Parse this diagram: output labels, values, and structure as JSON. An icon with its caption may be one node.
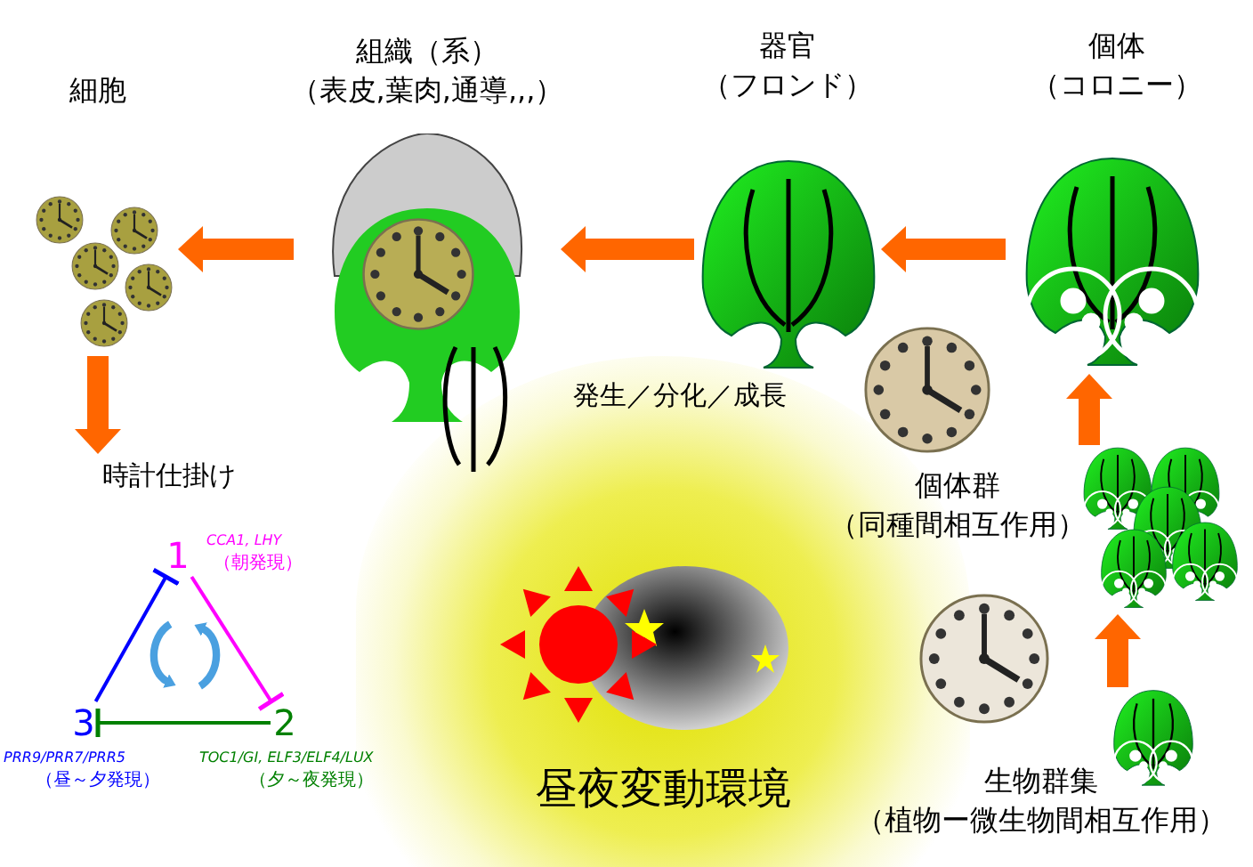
{
  "diagram": {
    "nodes": [
      {
        "text": [
          "細胞"
        ]
      },
      {
        "text": [
          "組織（系）",
          "（表皮,葉肉,通導,,,）"
        ]
      },
      {
        "text": [
          "器官",
          "（フロンド）"
        ]
      },
      {
        "text": [
          "個体",
          "（コロニー）"
        ]
      },
      {
        "text": [
          "時計仕掛け"
        ]
      },
      {
        "text": [
          "1"
        ],
        "in": 4,
        "beside": [
          "CCA1, LHY",
          "（朝発現）"
        ]
      },
      {
        "text": [
          "2"
        ],
        "in": 4,
        "beside": [
          "TOC1/GI, ELF3/ELF4/LUX",
          "（夕～夜発現）"
        ]
      },
      {
        "text": [
          "3"
        ],
        "in": 4,
        "beside": [
          "PRR9/PRR7/PRR5",
          "（昼～夕発現）"
        ]
      },
      {
        "text": [
          "個体群",
          "（同種間相互作用）"
        ]
      },
      {
        "text": [
          "生物群集",
          "（植物ー微生物間相互作用）"
        ]
      },
      {
        "text": [
          "昼夜変動環境"
        ]
      }
    ],
    "edges": [
      {
        "from": 3,
        "to": 2,
        "arrow": "to"
      },
      {
        "from": 2,
        "to": 1,
        "arrow": "to"
      },
      {
        "from": 1,
        "to": 0,
        "arrow": "to"
      },
      {
        "from": 0,
        "to": 4,
        "arrow": "to"
      },
      {
        "from": 5,
        "to": 6,
        "arrow": "other",
        "color": "#ff00ff"
      },
      {
        "from": 6,
        "to": 7,
        "arrow": "other",
        "color": "#008000"
      },
      {
        "from": 7,
        "to": 5,
        "arrow": "other",
        "color": "#0000ff"
      },
      {
        "from": 9,
        "to": 8,
        "arrow": "to"
      },
      {
        "from": 8,
        "to": 3,
        "arrow": "to"
      }
    ],
    "labels": [
      "発生／分化／成長"
    ]
  }
}
